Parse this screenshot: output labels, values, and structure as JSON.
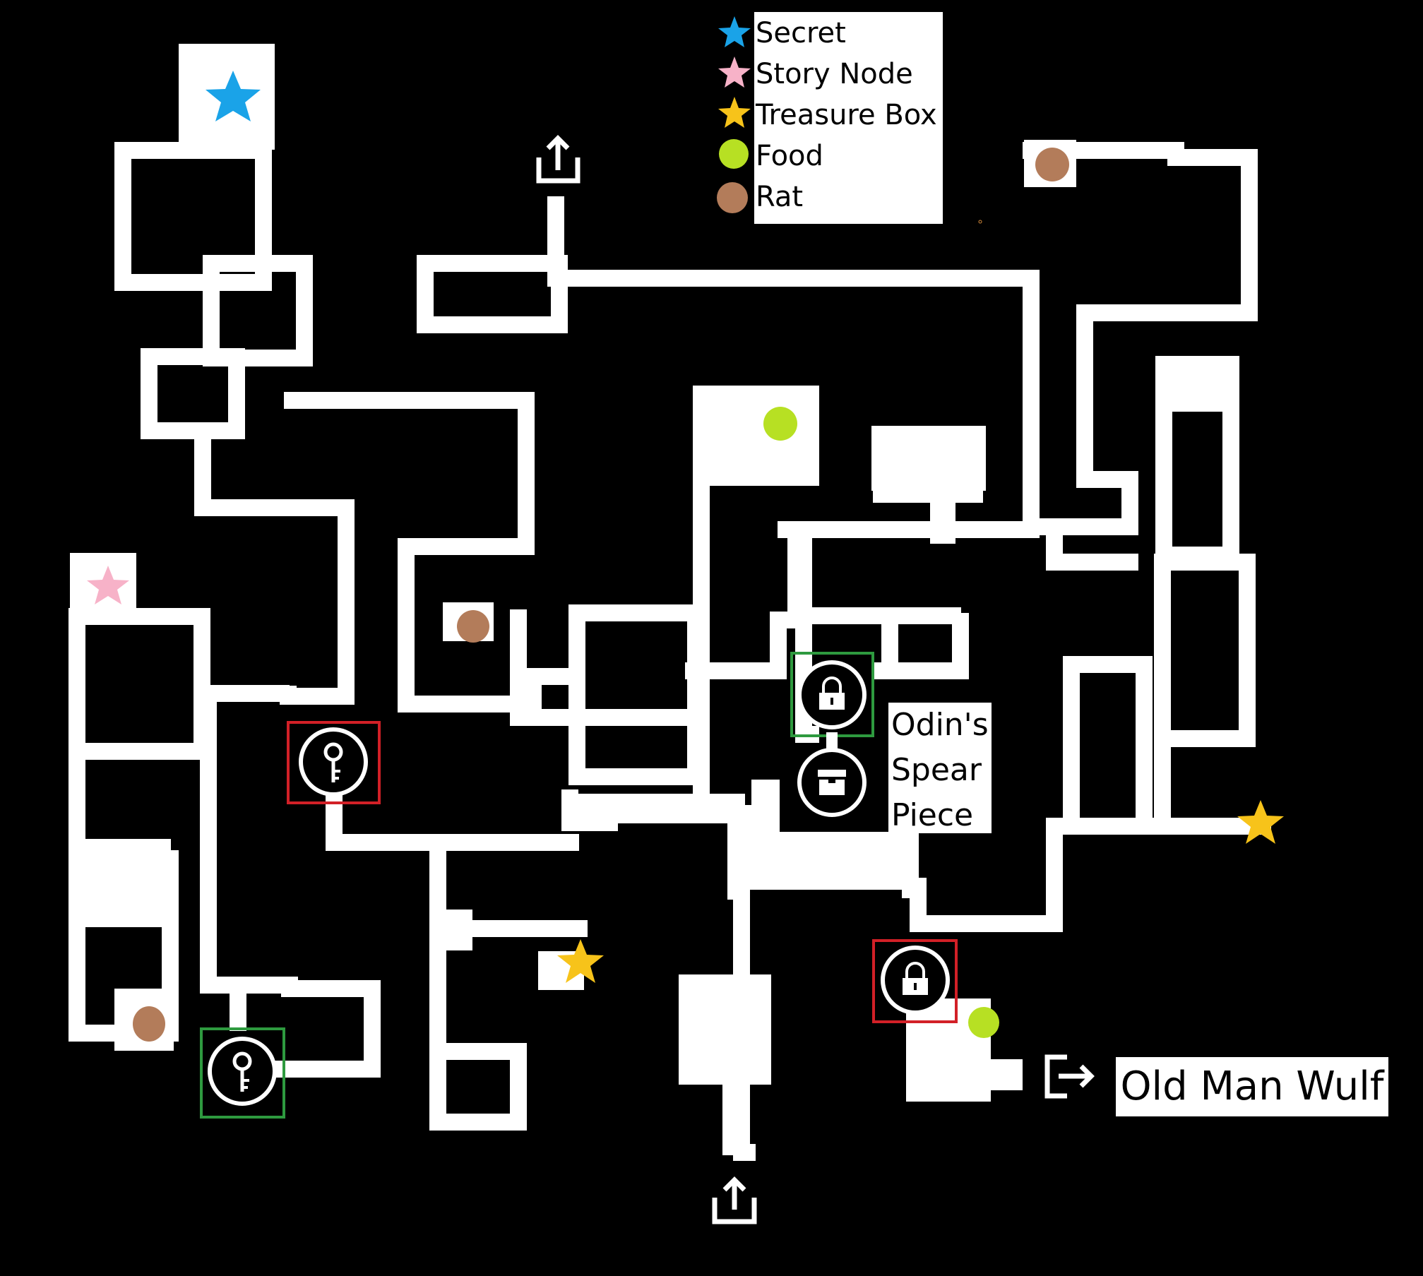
{
  "legend": {
    "items": [
      {
        "label": "Secret",
        "marker": "star",
        "color": "#1aa3e8"
      },
      {
        "label": "Story Node",
        "marker": "star",
        "color": "#f7b2c8"
      },
      {
        "label": "Treasure Box",
        "marker": "star",
        "color": "#f7c31a"
      },
      {
        "label": "Food",
        "marker": "circle",
        "color": "#b7e023"
      },
      {
        "label": "Rat",
        "marker": "circle",
        "color": "#b37c5a"
      }
    ]
  },
  "labels": {
    "odin_line1": "Odin's",
    "odin_line2": "Spear",
    "odin_line3": "Piece",
    "destination": "Old Man Wulf"
  },
  "icons": {
    "exit": "exit-up-icon",
    "exit_right": "exit-right-icon",
    "key": "key-icon",
    "lock": "lock-icon",
    "chest": "treasure-chest-icon"
  },
  "colors": {
    "background": "#000000",
    "path": "#ffffff",
    "box_red": "#d22027",
    "box_green": "#2e9a3f"
  }
}
